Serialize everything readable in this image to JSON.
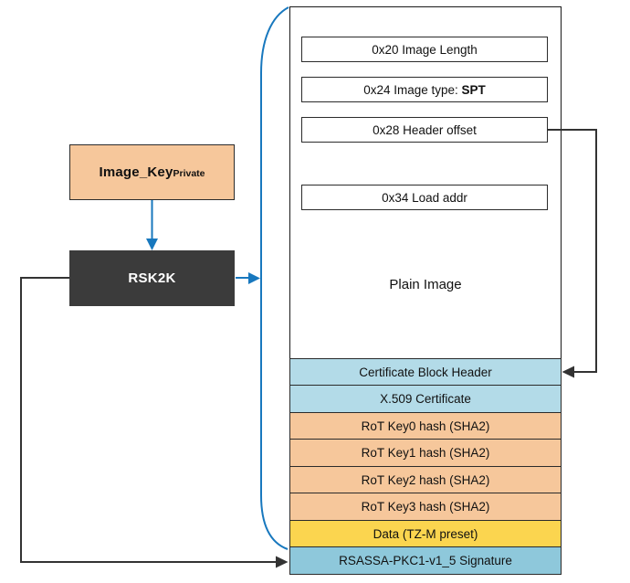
{
  "image_key": {
    "label": "Image_Key",
    "subscript": "Private"
  },
  "rsk2k": {
    "label": "RSK2K"
  },
  "container": {
    "plain_image_label": "Plain Image",
    "header_fields": [
      {
        "text": "0x20 Image Length",
        "bold": ""
      },
      {
        "text": "0x24 Image type: ",
        "bold": "SPT"
      },
      {
        "text": "0x28 Header offset",
        "bold": ""
      },
      {
        "text": "0x34 Load addr",
        "bold": ""
      }
    ],
    "rows": [
      {
        "label": "Certificate Block Header",
        "color": "#B3DBE8"
      },
      {
        "label": "X.509 Certificate",
        "color": "#B3DBE8"
      },
      {
        "label": "RoT Key0 hash (SHA2)",
        "color": "#F6C79B"
      },
      {
        "label": "RoT Key1 hash (SHA2)",
        "color": "#F6C79B"
      },
      {
        "label": "RoT Key2 hash (SHA2)",
        "color": "#F6C79B"
      },
      {
        "label": "RoT Key3 hash (SHA2)",
        "color": "#F6C79B"
      },
      {
        "label": "Data (TZ-M preset)",
        "color": "#FBD54F"
      },
      {
        "label": "RSASSA-PKC1-v1_5 Signature",
        "color": "#8EC8DB"
      }
    ]
  },
  "colors": {
    "arrow_blue": "#1878BE",
    "line_black": "#333333",
    "key_peach": "#F6C79B",
    "rsk2k_dark": "#3B3B3B"
  }
}
